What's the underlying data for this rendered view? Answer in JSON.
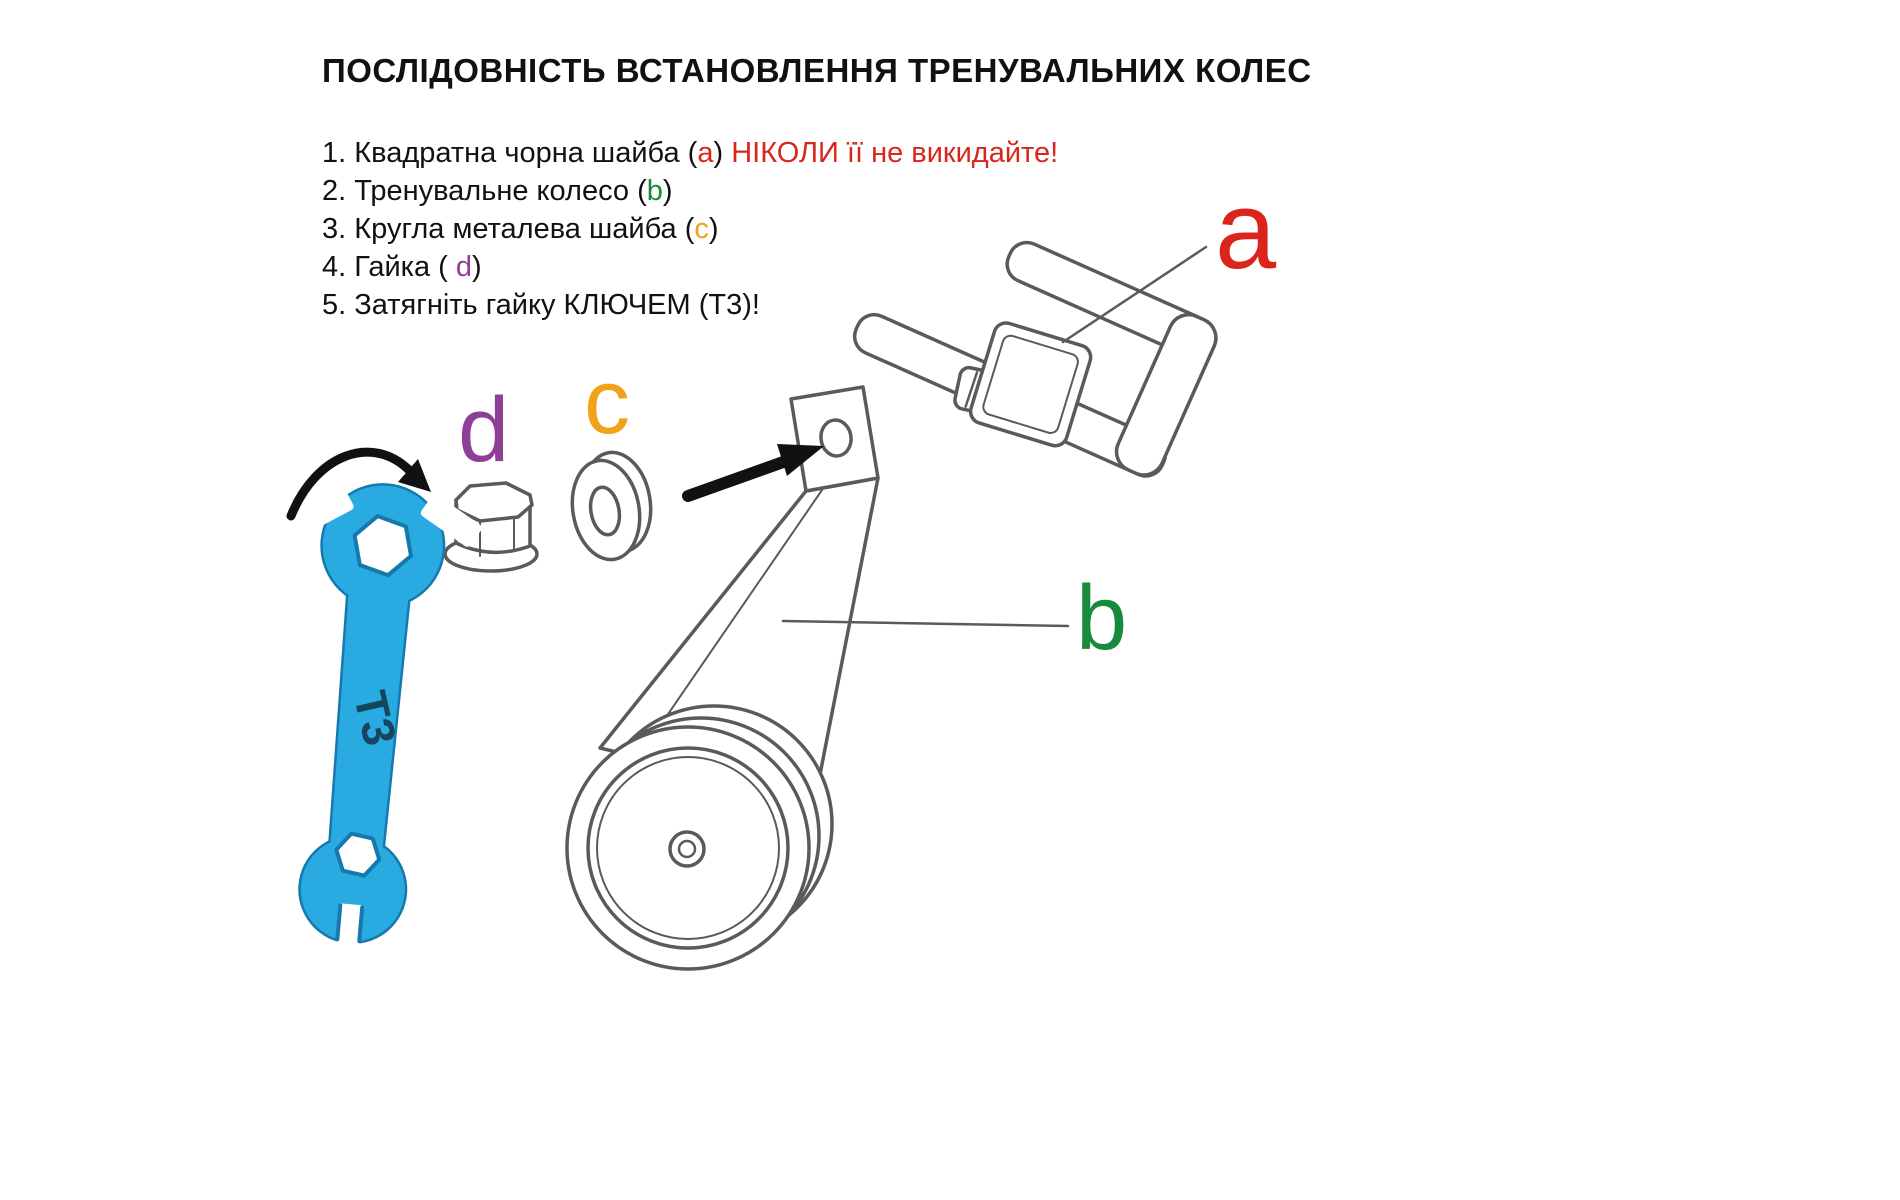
{
  "title": "ПОСЛІДОВНІСТЬ ВСТАНОВЛЕННЯ ТРЕНУВАЛЬНИХ КОЛЕС",
  "steps": {
    "s1": {
      "prefix": "1. Квадратна чорна шайба (",
      "letter": "a",
      "suffix": ") ",
      "warning": "НІКОЛИ її не викидайте!"
    },
    "s2": {
      "prefix": "2. Тренувальне колесо (",
      "letter": "b",
      "suffix": ")"
    },
    "s3": {
      "prefix": "3. Кругла металева шайба (",
      "letter": "c",
      "suffix": ")"
    },
    "s4": {
      "prefix": "4. Гайка ( ",
      "letter": "d",
      "suffix": ")"
    },
    "s5": {
      "prefix": "5. Затягніть гайку КЛЮЧЕМ (Т3)!"
    }
  },
  "labels": {
    "a": "a",
    "b": "b",
    "c": "c",
    "d": "d",
    "wrench": "Т3"
  },
  "colors": {
    "label_a_red": "#da251d",
    "label_b_green": "#178a3d",
    "label_c_orange": "#f2a11a",
    "label_d_purple": "#8f3f97",
    "warning_red": "#da251d",
    "wrench_blue": "#29abe2",
    "wrench_outline_blue": "#1579ad",
    "line_gray": "#5a5a5a",
    "text_black": "#111111"
  }
}
